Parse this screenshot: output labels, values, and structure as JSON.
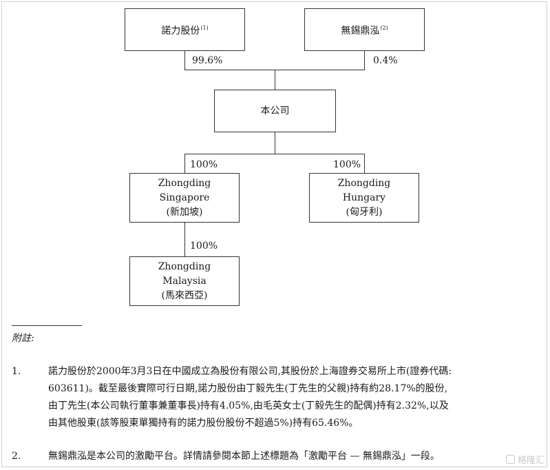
{
  "diagram": {
    "nodes": {
      "parent_a": {
        "name": "諾力股份",
        "note": "(1)"
      },
      "parent_b": {
        "name": "無錫鼎泓",
        "note": "(2)"
      },
      "company": {
        "name": "本公司"
      },
      "singapore": {
        "line1": "Zhongding",
        "line2": "Singapore",
        "line3": "(新加坡)"
      },
      "hungary": {
        "line1": "Zhongding",
        "line2": "Hungary",
        "line3": "(匈牙利)"
      },
      "malaysia": {
        "line1": "Zhongding",
        "line2": "Malaysia",
        "line3": "(馬來西亞)"
      }
    },
    "edges": {
      "parent_a_pct": "99.6%",
      "parent_b_pct": "0.4%",
      "singapore_pct": "100%",
      "hungary_pct": "100%",
      "malaysia_pct": "100%"
    }
  },
  "notes": {
    "title": "附註:",
    "items": [
      {
        "num": "1.",
        "lines": [
          "諾力股份於2000年3月3日在中國成立為股份有限公司,其股份於上海證券交易所上市(證券代碼:",
          "603611)。截至最後實際可行日期,諾力股份由丁毅先生(丁先生的父親)持有約28.17%的股份,",
          "由丁先生(本公司執行董事兼董事長)持有4.05%,由毛英女士(丁毅先生的配偶)持有2.32%,以及",
          "由其他股東(該等股東單獨持有的諾力股份股份不超過5%)持有65.46%。"
        ]
      },
      {
        "num": "2.",
        "lines": [
          "無錫鼎泓是本公司的激勵平台。詳情請參閱本節上述標題為「激勵平台 — 無錫鼎泓」一段。"
        ]
      }
    ]
  },
  "watermark": {
    "icon": "gelonghui-logo-icon",
    "text": "格隆汇"
  }
}
